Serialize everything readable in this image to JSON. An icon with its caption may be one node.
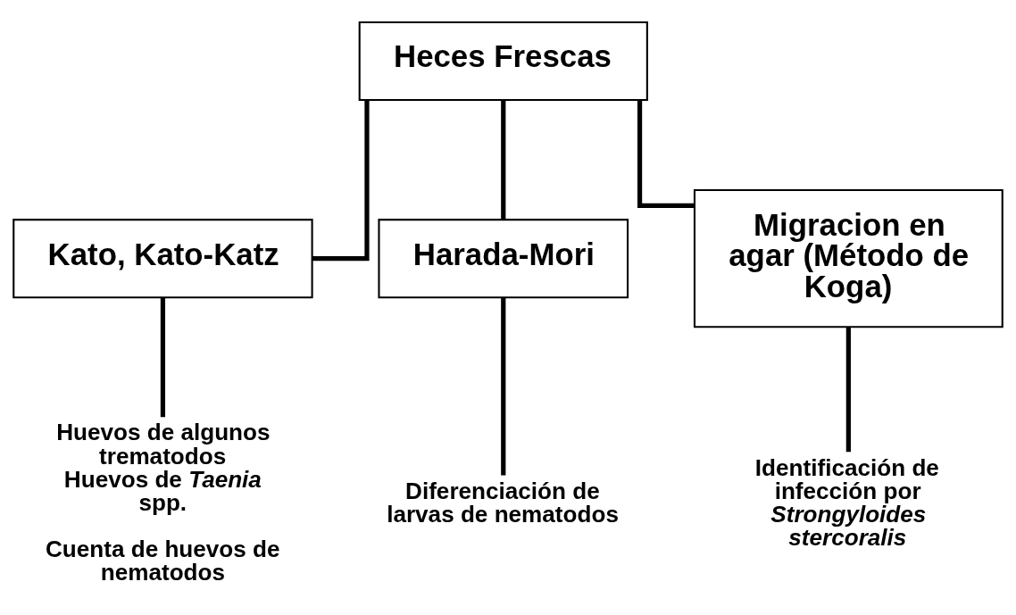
{
  "diagram": {
    "nodes": [
      {
        "text": [
          "Heces Frescas"
        ]
      },
      {
        "text": [
          "Kato, Kato-Katz"
        ]
      },
      {
        "text": [
          "Harada-Mori"
        ]
      },
      {
        "text": [
          "Migracion en agar (Método de Koga)"
        ]
      },
      {
        "text": [
          "Huevos de algunos trematodos",
          "Huevos de *Taenia* spp.",
          "Cuenta de huevos de nematodos"
        ]
      },
      {
        "text": [
          "Diferenciación de larvas de nematodos"
        ]
      },
      {
        "text": [
          "Identificación de infección por *Strongyloides stercoralis*"
        ]
      }
    ],
    "edges": [
      {
        "from": 0,
        "to": 1,
        "arrow": "none"
      },
      {
        "from": 0,
        "to": 2,
        "arrow": "none"
      },
      {
        "from": 0,
        "to": 3,
        "arrow": "none"
      },
      {
        "from": 1,
        "to": 4,
        "arrow": "none"
      },
      {
        "from": 2,
        "to": 5,
        "arrow": "none"
      },
      {
        "from": 3,
        "to": 6,
        "arrow": "none"
      }
    ]
  }
}
